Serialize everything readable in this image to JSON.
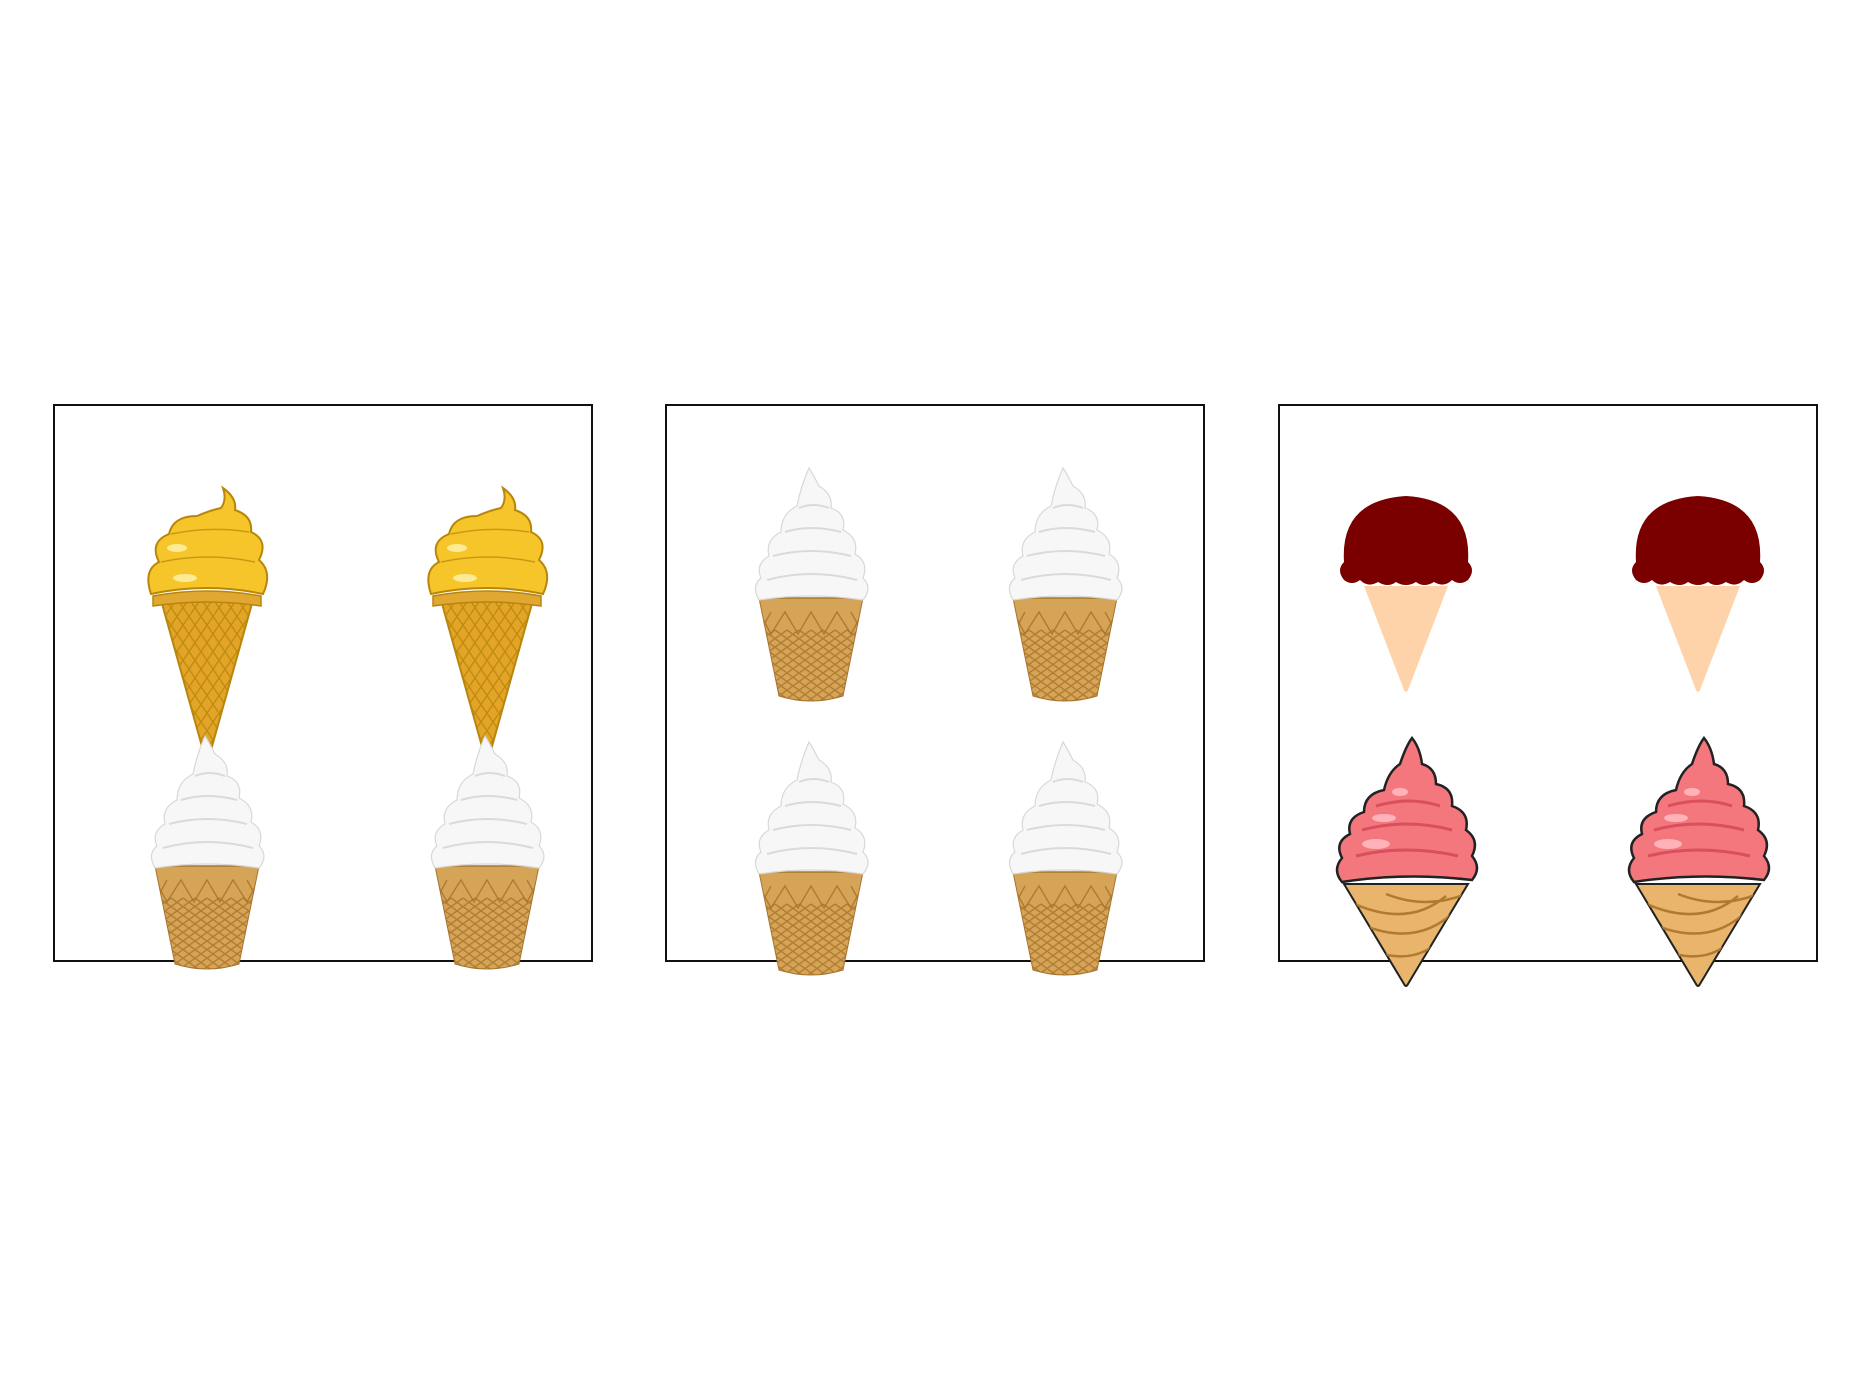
{
  "panels": [
    {
      "id": "panel-1",
      "cones": [
        {
          "style": "yellow-swirl",
          "row": 0,
          "col": 0
        },
        {
          "style": "yellow-swirl",
          "row": 0,
          "col": 1
        },
        {
          "style": "white-softserve",
          "row": 1,
          "col": 0
        },
        {
          "style": "white-softserve",
          "row": 1,
          "col": 1
        }
      ]
    },
    {
      "id": "panel-2",
      "cones": [
        {
          "style": "white-softserve",
          "row": 0,
          "col": 0
        },
        {
          "style": "white-softserve",
          "row": 0,
          "col": 1
        },
        {
          "style": "white-softserve",
          "row": 1,
          "col": 0
        },
        {
          "style": "white-softserve",
          "row": 1,
          "col": 1
        }
      ]
    },
    {
      "id": "panel-3",
      "cones": [
        {
          "style": "dark-red-scoop",
          "row": 0,
          "col": 0
        },
        {
          "style": "dark-red-scoop",
          "row": 0,
          "col": 1
        },
        {
          "style": "pink-swirl",
          "row": 1,
          "col": 0
        },
        {
          "style": "pink-swirl",
          "row": 1,
          "col": 1
        }
      ]
    }
  ],
  "colors": {
    "panel_border": "#111111",
    "yellow_cream": "#f5c52a",
    "yellow_outline": "#b8860b",
    "waffle_cone": "#d6a456",
    "waffle_dark": "#a7742e",
    "white_cream": "#f7f7f7",
    "dark_red_scoop": "#7a0000",
    "pale_cone": "#ffd3aa",
    "pink_cream": "#f4777e",
    "pink_highlight": "#ffb3b8"
  }
}
